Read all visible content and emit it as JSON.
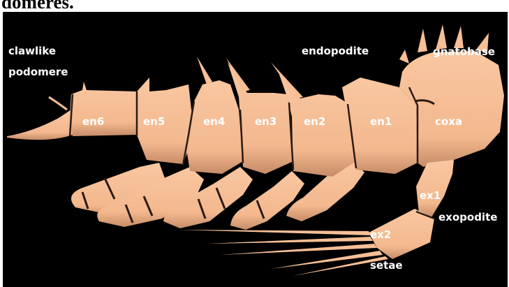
{
  "caption_fragment": "domeres.",
  "labels": {
    "clawlike_line1": "clawlike",
    "clawlike_line2": "podomere",
    "endopodite": "endopodite",
    "gnatobase": "gnatobase",
    "exopodite": "exopodite",
    "setae": "setae"
  },
  "segments": {
    "en6": "en6",
    "en5": "en5",
    "en4": "en4",
    "en3": "en3",
    "en2": "en2",
    "en1": "en1",
    "coxa": "coxa",
    "ex1": "ex1",
    "ex2": "ex2"
  },
  "colors": {
    "background": "#000000",
    "limb": "#f7bf96",
    "limb_shadow": "#b98362",
    "joint": "#1a1a1a",
    "text": "#ffffff"
  }
}
